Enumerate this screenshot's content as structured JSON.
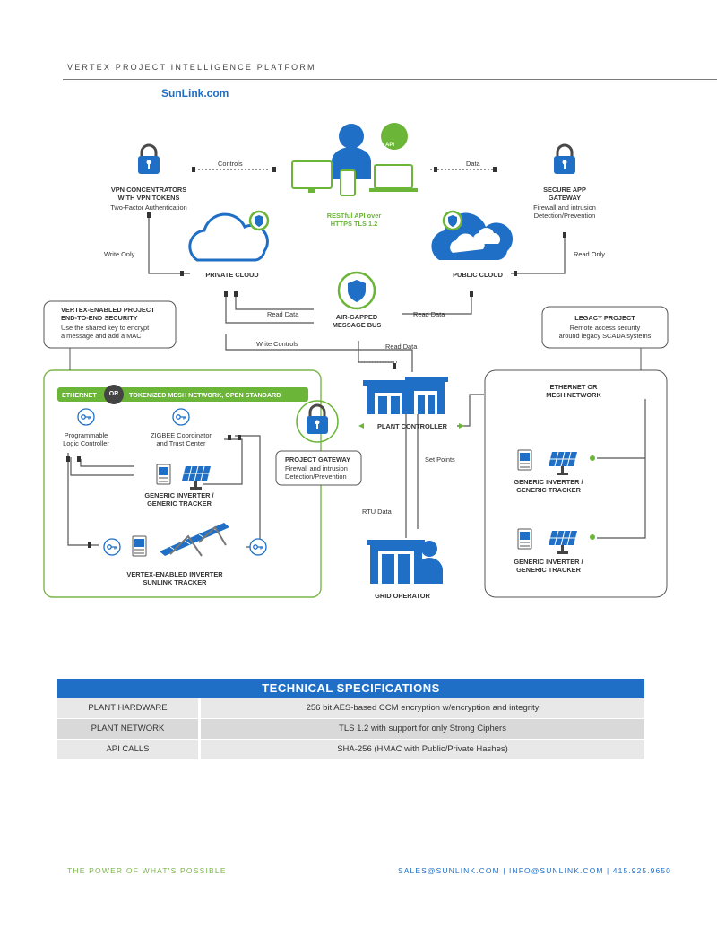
{
  "header": {
    "title": "VERTEX PROJECT INTELLIGENCE PLATFORM",
    "brand": "SunLink.com"
  },
  "diagram": {
    "vpn": {
      "title": "VPN CONCENTRATORS\nWITH VPN TOKENS",
      "sub": "Two-Factor Authentication"
    },
    "secure_app": {
      "title": "SECURE APP\nGATEWAY",
      "sub": "Firewall and intrusion\nDetection/Prevention"
    },
    "api": {
      "badge": "API",
      "label": "RESTful API over\nHTTPS TLS 1.2"
    },
    "private_cloud": "PRIVATE CLOUD",
    "public_cloud": "PUBLIC CLOUD",
    "air_gapped": "AIR-GAPPED\nMESSAGE BUS",
    "edges": {
      "controls": "Controls",
      "data": "Data",
      "write_only": "Write Only",
      "read_only": "Read Only",
      "read_data_left": "Read Data",
      "read_data_right": "Read Data",
      "write_controls": "Write Controls",
      "read_data_center": "Read Data",
      "set_points": "Set Points",
      "rtu_data": "RTU Data"
    },
    "vertex_box": {
      "title": "VERTEX-ENABLED PROJECT\nEND-TO-END SECURITY",
      "sub": "Use the shared key to encrypt\na message and add a MAC"
    },
    "legacy_box": {
      "title": "LEGACY PROJECT",
      "sub": "Remote access security\naround legacy SCADA systems"
    },
    "banner": {
      "left": "ETHERNET",
      "or": "OR",
      "right": "TOKENIZED MESH NETWORK, OPEN STANDARD"
    },
    "plc": "Programmable\nLogic Controller",
    "zigbee": "ZIGBEE Coordinator\nand Trust Center",
    "generic_inverter_green": "GENERIC INVERTER /\nGENERIC TRACKER",
    "vertex_inverter": "VERTEX-ENABLED INVERTER\nSUNLINK TRACKER",
    "project_gateway": {
      "title": "PROJECT GATEWAY",
      "sub": "Firewall and intrusion\nDetection/Prevention"
    },
    "plant_controller": "PLANT CONTROLLER",
    "grid_operator": "GRID OPERATOR",
    "ethernet_mesh": "ETHERNET OR\nMESH NETWORK",
    "legacy_inverter_1": "GENERIC INVERTER /\nGENERIC TRACKER",
    "legacy_inverter_2": "GENERIC INVERTER /\nGENERIC TRACKER"
  },
  "colors": {
    "blue": "#1f6fc6",
    "green": "#6bb538",
    "gray": "#555555"
  },
  "specs": {
    "title": "TECHNICAL SPECIFICATIONS",
    "rows": [
      {
        "label": "PLANT HARDWARE",
        "value": "256 bit AES-based CCM encryption w/encryption and integrity"
      },
      {
        "label": "PLANT NETWORK",
        "value": "TLS 1.2 with support for only Strong Ciphers"
      },
      {
        "label": "API CALLS",
        "value": "SHA-256 (HMAC with Public/Private Hashes)"
      }
    ]
  },
  "footer": {
    "tagline": "THE POWER OF WHAT'S POSSIBLE",
    "contact": "SALES@SUNLINK.COM | INFO@SUNLINK.COM | 415.925.9650"
  }
}
